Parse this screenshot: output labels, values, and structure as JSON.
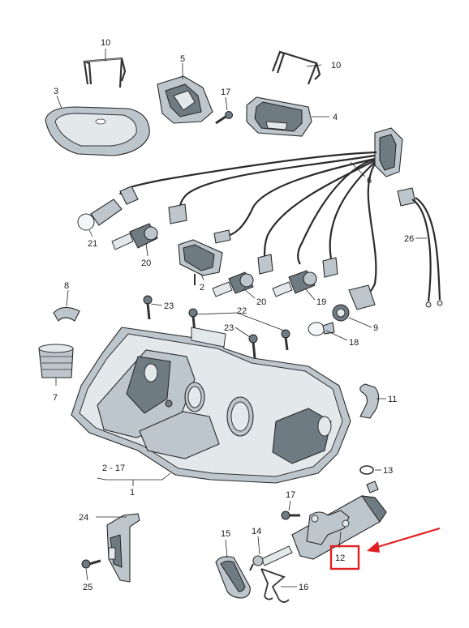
{
  "diagram": {
    "callouts": {
      "p10a": "10",
      "p10b": "10",
      "p5": "5",
      "p3": "3",
      "p17a": "17",
      "p4": "4",
      "p6": "6",
      "p21": "21",
      "p20a": "20",
      "p2": "2",
      "p20b": "20",
      "p19": "19",
      "p26": "26",
      "p8": "8",
      "p23a": "23",
      "p22": "22",
      "p23b": "23",
      "p9": "9",
      "p18": "18",
      "p7": "7",
      "p11": "11",
      "p2_17": "2 - 17",
      "p1": "1",
      "p13": "13",
      "p17b": "17",
      "p24": "24",
      "p15": "15",
      "p14": "14",
      "p12": "12",
      "p25": "25",
      "p16": "16"
    },
    "highlight_color": "#e02020",
    "highlighted_part": "12"
  }
}
